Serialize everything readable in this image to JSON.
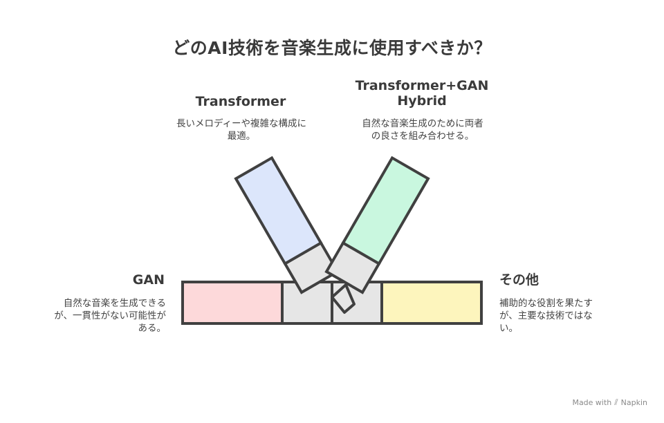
{
  "title": "どのAI技術を音楽生成に使用すべきか？",
  "options": {
    "transformer": {
      "heading": "Transformer",
      "description": "長いメロディーや複雑な構成に最適。",
      "color": "#dce6fb"
    },
    "hybrid": {
      "heading": "Transformer+GAN Hybrid",
      "description": "自然な音楽生成のために両者の良さを組み合わせる。",
      "color": "#c9f7df"
    },
    "gan": {
      "heading": "GAN",
      "description": "自然な音楽を生成できるが、一貫性がない可能性がある。",
      "color": "#fdd9da"
    },
    "other": {
      "heading": "その他",
      "description": "補助的な役割を果たすが、主要な技術ではない。",
      "color": "#fdf5bd"
    }
  },
  "junction_color": "#e6e6e6",
  "outline_color": "#404040",
  "footer": {
    "text": "Made with",
    "brand": "Napkin"
  }
}
